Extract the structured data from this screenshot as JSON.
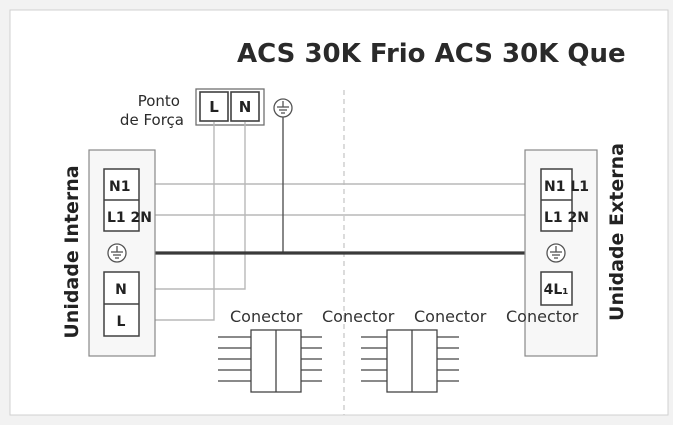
{
  "title": "ACS 30K Frio ACS 30K Que",
  "power_point": {
    "label_line1": "Ponto",
    "label_line2": "de Força",
    "terminals": [
      "L",
      "N"
    ]
  },
  "indoor_unit": {
    "label": "Unidade Interna",
    "terminals_top": [
      "N1",
      "L1 2N"
    ],
    "terminals_bottom": [
      "N",
      "L"
    ]
  },
  "outdoor_unit": {
    "label": "Unidade Externa",
    "terminals_top": [
      "N1 L1",
      "L1 2N"
    ],
    "terminal_bottom": "4L₁"
  },
  "connectors": [
    "Conector",
    "Conector",
    "Conector",
    "Conector"
  ],
  "ground_icon": "earth-ground-icon",
  "colors": {
    "wire_thin": "#b8b8b8",
    "wire_thick": "#3a3a3a",
    "panel_bg": "#f7f7f7"
  }
}
